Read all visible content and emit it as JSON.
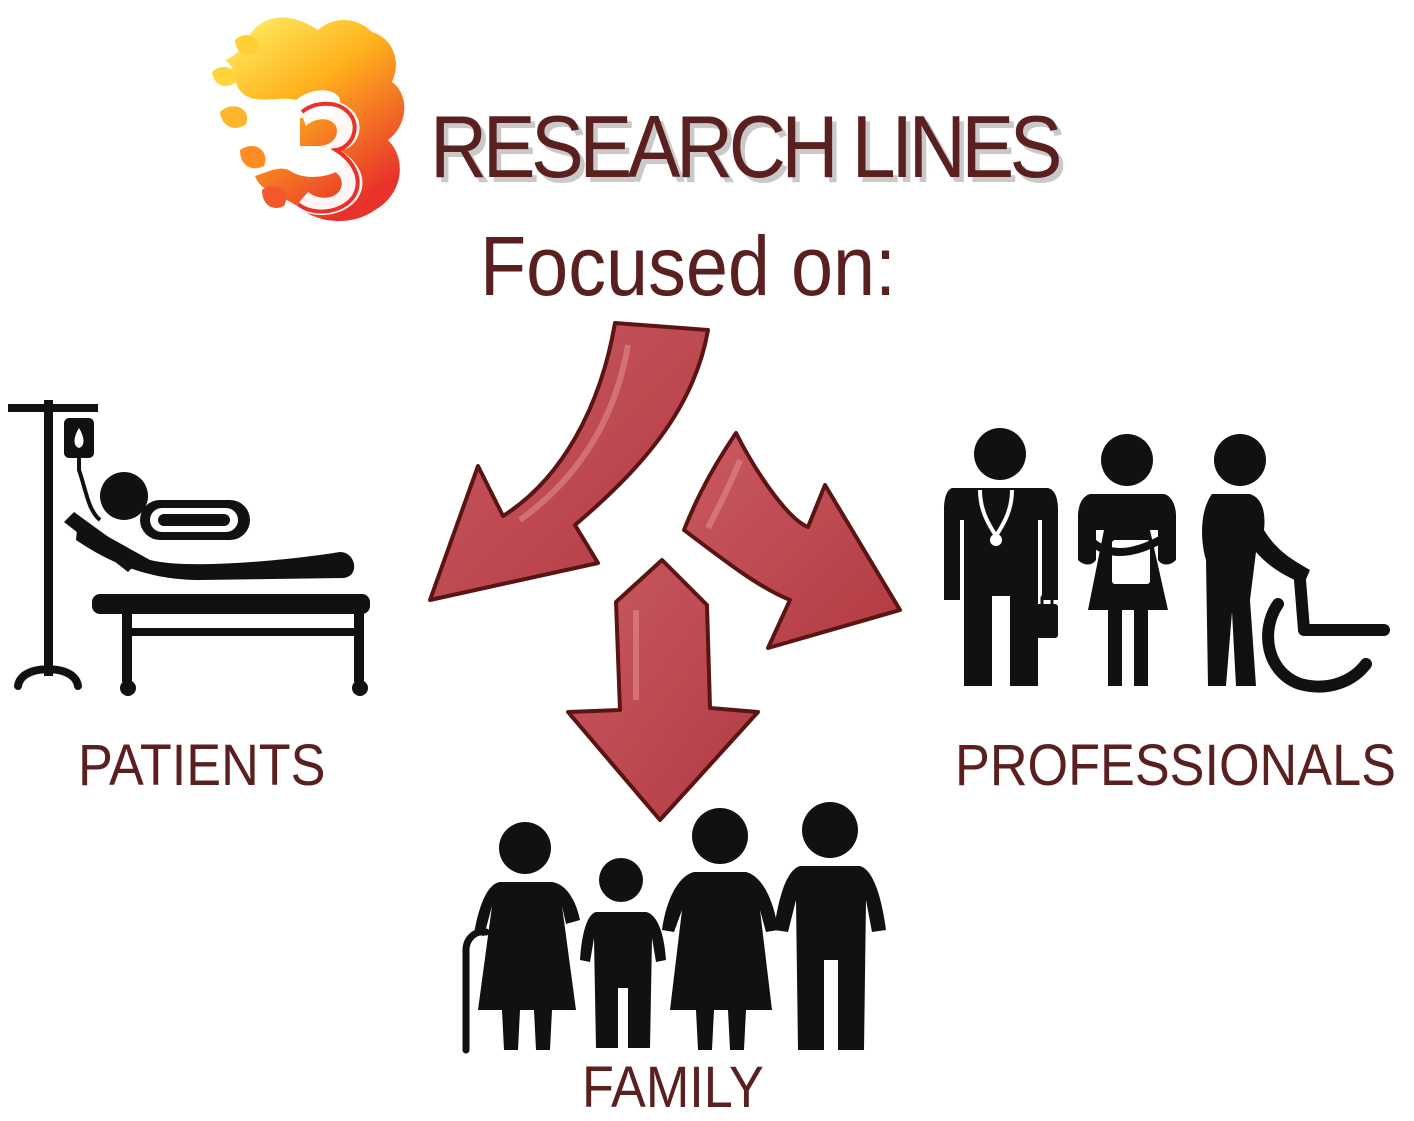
{
  "logo": {
    "number": "3",
    "icon": "flame-three-logo"
  },
  "title": "RESEARCH LINES",
  "subtitle": "Focused on:",
  "labels": {
    "patients": "PATIENTS",
    "professionals": "PROFESSIONALS",
    "family": "FAMILY"
  },
  "icons": {
    "patients": "patient-in-bed-with-iv-icon",
    "professionals": "healthcare-professionals-icon",
    "family": "family-group-icon",
    "arrows": "three-way-split-arrow-icon"
  },
  "colors": {
    "text": "#5a1f1f",
    "arrow_fill": "#c0454d",
    "arrow_stroke": "#5b1414",
    "icon": "#111111",
    "flame_yellow": "#ffe23a",
    "flame_red": "#e8322b"
  }
}
